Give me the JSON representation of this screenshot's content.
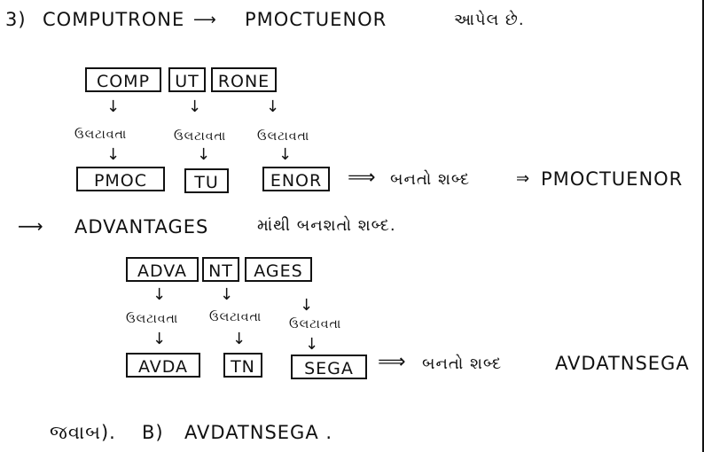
{
  "question": {
    "number": "3)",
    "source_word": "COMPUTRONE",
    "coded_word": "PMOCTUENOR",
    "given_text": "આપેલ છે."
  },
  "example1": {
    "segments": [
      "COMP",
      "UT",
      "RONE"
    ],
    "action_label": "ઉલટાવતા",
    "reversed": [
      "PMOC",
      "TU",
      "ENOR"
    ],
    "result_text": "બનતો શબ્દ",
    "result_word": "PMOCTUENOR"
  },
  "line2": {
    "word": "ADVANTAGES",
    "text": "માંથી બનશતો શબ્દ."
  },
  "example2": {
    "segments": [
      "ADVA",
      "NT",
      "AGES"
    ],
    "action_label": "ઉલટાવતા",
    "reversed": [
      "AVDA",
      "TN",
      "SEGA"
    ],
    "result_text": "બનતો શબ્દ",
    "result_word": "AVDATNSEGA"
  },
  "answer": {
    "label": "જવાબ).",
    "option": "B)",
    "word": "AVDATNSEGA ."
  },
  "icons": {
    "arrow_right": "right-arrow-icon",
    "arrow_down": "down-arrow-icon",
    "implies": "implies-arrow-icon"
  }
}
